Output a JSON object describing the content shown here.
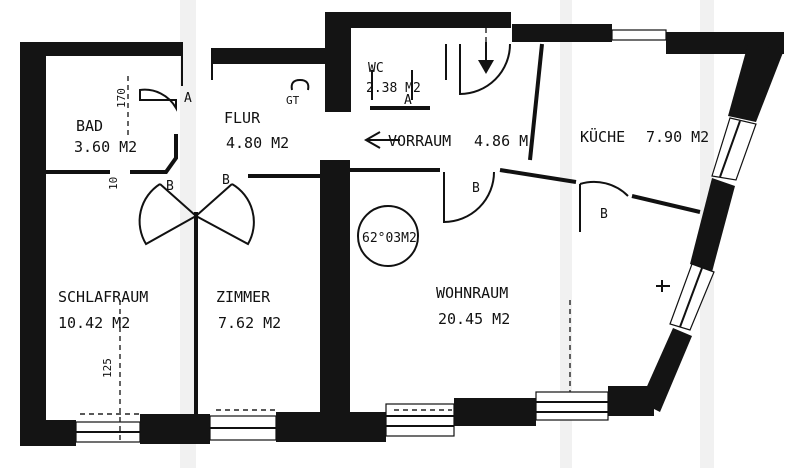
{
  "rooms": {
    "bad": {
      "name": "BAD",
      "area": "3.60 M2"
    },
    "flur": {
      "name": "FLUR",
      "area": "4.80 M2"
    },
    "wc": {
      "name": "WC",
      "area": "2.38 M2"
    },
    "vorraum": {
      "name": "VORRAUM",
      "area": "4.86 M"
    },
    "kueche": {
      "name": "KÜCHE",
      "area": "7.90 M2"
    },
    "schlafraum": {
      "name": "SCHLAFRAUM",
      "area": "10.42 M2"
    },
    "zimmer": {
      "name": "ZIMMER",
      "area": "7.62 M2"
    },
    "wohnraum": {
      "name": "WOHNRAUM",
      "area": "20.45 M2"
    }
  },
  "total_area": "62°03M2",
  "dimensions": {
    "d170": "170",
    "d10": "10",
    "d125": "125"
  },
  "door_marks": {
    "a1": "A",
    "a2": "A",
    "b1": "B",
    "b2": "B",
    "b3": "B",
    "b4": "B"
  },
  "fixtures": {
    "gt": "GT"
  },
  "colors": {
    "ink": "#141414",
    "paper": "#ffffff"
  }
}
